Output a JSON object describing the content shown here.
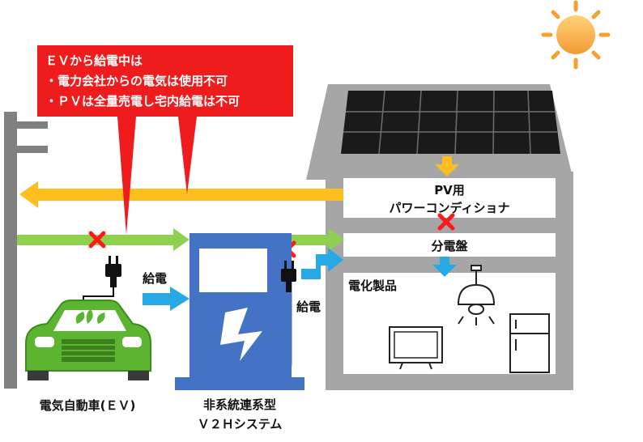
{
  "callout": {
    "line1": "ＥＶから給電中は",
    "line2": "・電力会社からの電気は使用不可",
    "line3": "・ＰＶは全量売電し宅内給電は不可"
  },
  "house": {
    "pcs_line1": "PV用",
    "pcs_line2": "パワーコンディショナ",
    "panel": "分電盤",
    "appliances": "電化製品"
  },
  "labels": {
    "feed_left": "給電",
    "feed_right": "給電",
    "ev": "電気自動車(ＥＶ)",
    "v2h_line1": "非系統連系型",
    "v2h_line2": "Ｖ２Ｈシステム"
  },
  "colors": {
    "callout_red": "#ee1c1c",
    "arrow_orange": "#fdbf1f",
    "arrow_green": "#8fd14f",
    "arrow_blue": "#27a9e6",
    "v2h_blue": "#4472c4",
    "ev_green": "#5cb531",
    "cross_red": "#ff1a1a",
    "house_gray": "#a6a6a6"
  }
}
